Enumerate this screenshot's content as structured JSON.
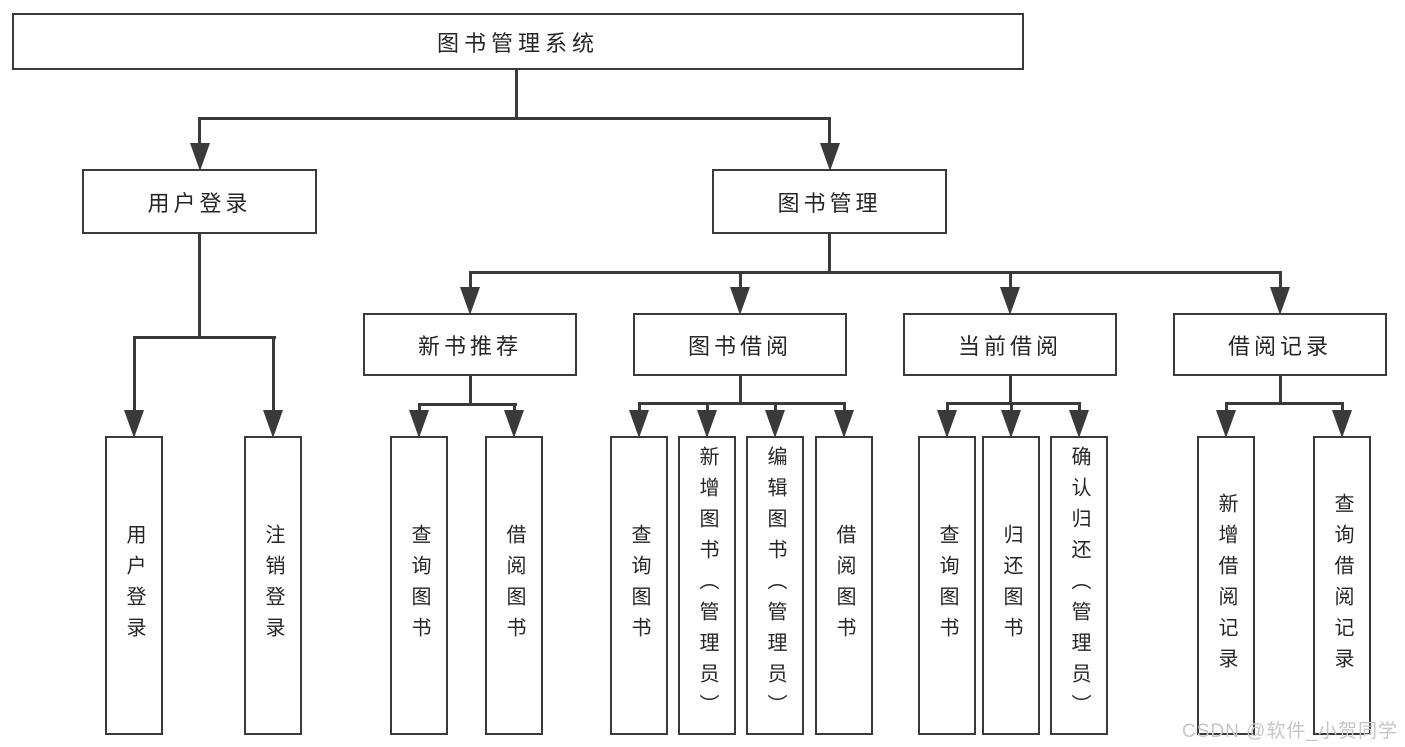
{
  "title": "图书管理系统",
  "nodes": {
    "level2": [
      "用户登录",
      "图书管理"
    ],
    "level3": [
      "新书推荐",
      "图书借阅",
      "当前借阅",
      "借阅记录"
    ],
    "leaves": {
      "user_login": [
        "用户登录",
        "注销登录"
      ],
      "new_book_rec": [
        "查询图书",
        "借阅图书"
      ],
      "book_borrow": [
        "查询图书",
        "新增图书（管理员）",
        "编辑图书（管理员）",
        "借阅图书"
      ],
      "current_borrow": [
        "查询图书",
        "归还图书",
        "确认归还（管理员）"
      ],
      "borrow_records": [
        "新增借阅记录",
        "查询借阅记录"
      ]
    }
  },
  "watermark": "CSDN @软件_小贺同学",
  "colors": {
    "line": "#3a3a3a",
    "text": "#262626",
    "watermark": "#c9c3c7",
    "background": "#ffffff"
  }
}
